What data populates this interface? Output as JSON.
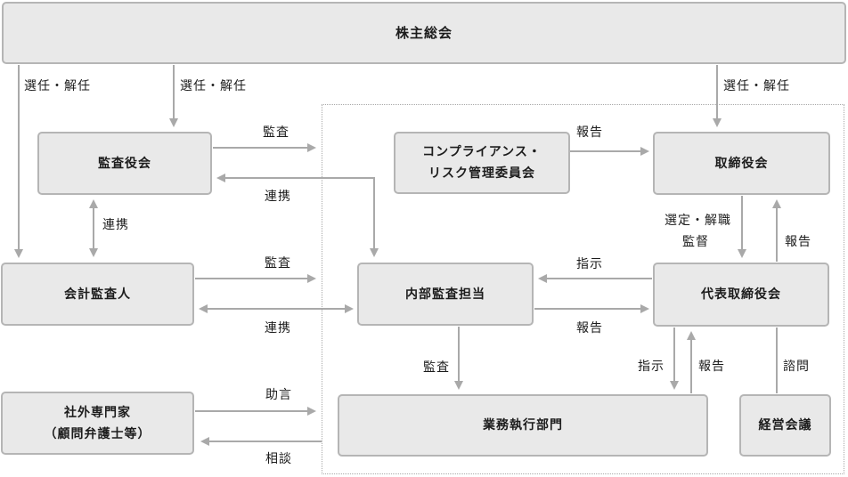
{
  "nodes": {
    "shareholders_meeting": {
      "label": "株主総会"
    },
    "audit_board": {
      "label": "監査役会"
    },
    "accounting_auditor": {
      "label": "会計監査人"
    },
    "external_experts": {
      "line1": "社外専門家",
      "line2": "（顧問弁護士等）"
    },
    "compliance_committee": {
      "line1": "コンプライアンス・",
      "line2": "リスク管理委員会"
    },
    "board_of_directors": {
      "label": "取締役会"
    },
    "internal_audit": {
      "label": "内部監査担当"
    },
    "representative_board": {
      "label": "代表取締役会"
    },
    "business_execution": {
      "label": "業務執行部門"
    },
    "management_meeting": {
      "label": "経営会議"
    }
  },
  "edge_labels": {
    "appoint_dismiss_accounting": "選任・解任",
    "appoint_dismiss_audit_board": "選任・解任",
    "appoint_dismiss_directors": "選任・解任",
    "audit_by_audit_board": "監査",
    "cooperation_audit_board_internal": "連携",
    "cooperation_audit_board_accounting": "連携",
    "audit_by_accounting_auditor": "監査",
    "cooperation_accounting_internal": "連携",
    "advice": "助言",
    "consultation": "相談",
    "report_compliance_to_board": "報告",
    "select_dismiss": "選定・解職",
    "supervision": "監督",
    "report_to_board": "報告",
    "instruction_to_internal_audit": "指示",
    "report_from_internal_audit": "報告",
    "audit_of_business": "監査",
    "instruction_to_business": "指示",
    "report_from_business": "報告",
    "advisory": "諮問"
  },
  "colors": {
    "background": "#ffffff",
    "box_fill": "#e9e9e9",
    "box_border": "#b5b5b5",
    "arrow": "#a9a9a9",
    "dotted_border": "#a9a9a9",
    "text": "#1c1c1c"
  }
}
